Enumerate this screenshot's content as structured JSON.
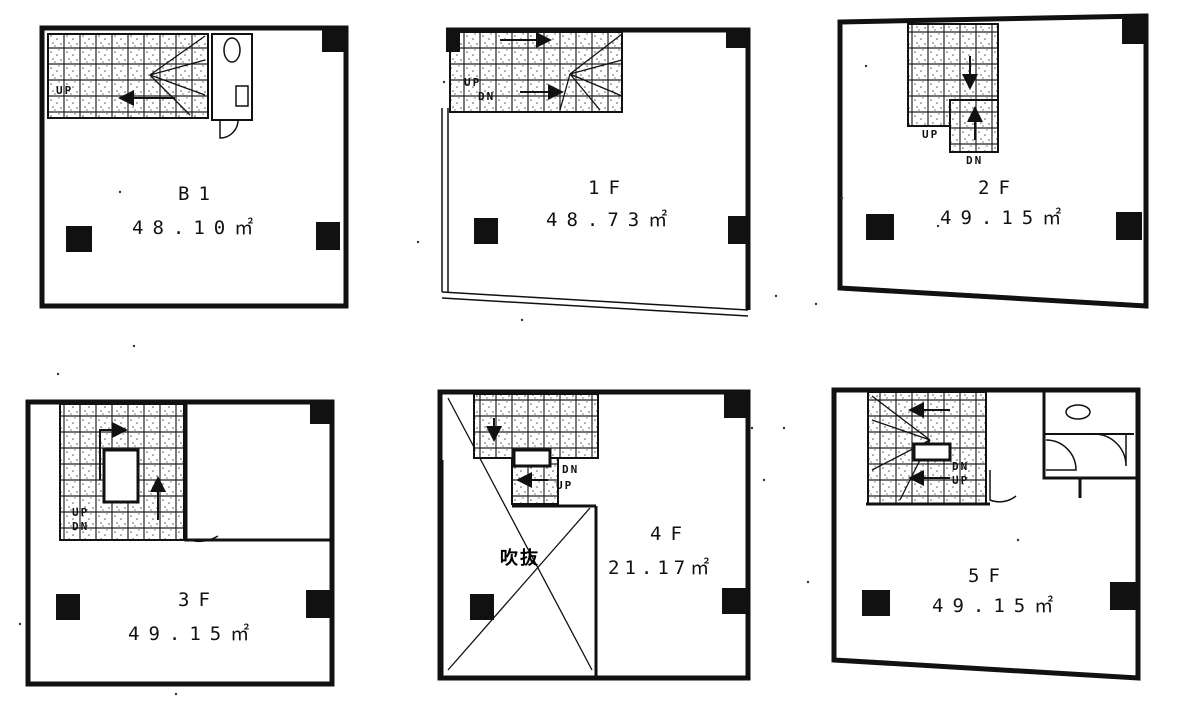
{
  "floors": {
    "b1": {
      "name": "B1",
      "area": "48.10㎡",
      "up": "UP"
    },
    "f1": {
      "name": "1F",
      "area": "48.73㎡",
      "up": "UP",
      "dn": "DN"
    },
    "f2": {
      "name": "2F",
      "area": "49.15㎡",
      "up": "UP",
      "dn": "DN"
    },
    "f3": {
      "name": "3F",
      "area": "49.15㎡",
      "up": "UP",
      "dn": "DN"
    },
    "f4": {
      "name": "4F",
      "area": "21.17㎡",
      "up": "UP",
      "dn": "DN",
      "void": "吹抜"
    },
    "f5": {
      "name": "5F",
      "area": "49.15㎡",
      "up": "UP",
      "dn": "DN"
    }
  }
}
